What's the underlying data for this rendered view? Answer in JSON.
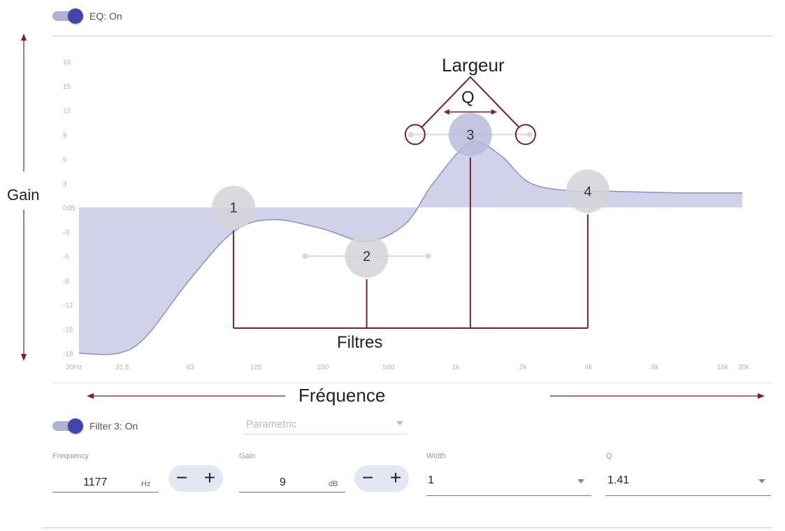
{
  "header": {
    "eq_toggle_label": "EQ: On"
  },
  "chart_data": {
    "type": "line",
    "title": "",
    "xlabel": "",
    "ylabel": "",
    "y_ticks": [
      "18",
      "15",
      "12",
      "9",
      "6",
      "3",
      "0dB",
      "-3",
      "-6",
      "-9",
      "-12",
      "-15",
      "-18"
    ],
    "x_ticks": [
      "20Hz",
      "31.5",
      "63",
      "125",
      "250",
      "500",
      "1k",
      "2k",
      "4k",
      "8k",
      "16k",
      "20k"
    ],
    "ylim": [
      -18,
      18
    ],
    "x_scale": "log",
    "curve_points_hz_db": [
      [
        20,
        -18
      ],
      [
        30,
        -18
      ],
      [
        40,
        -16
      ],
      [
        63,
        -9
      ],
      [
        100,
        -3
      ],
      [
        150,
        -1.5
      ],
      [
        250,
        -2.6
      ],
      [
        400,
        -4.2
      ],
      [
        600,
        -2
      ],
      [
        800,
        3
      ],
      [
        1177,
        8
      ],
      [
        1600,
        6.5
      ],
      [
        2200,
        3
      ],
      [
        3500,
        2
      ],
      [
        5000,
        2
      ],
      [
        10000,
        1.8
      ],
      [
        20000,
        1.8
      ]
    ]
  },
  "filters": [
    {
      "num": "1",
      "hz": 100,
      "db": 0
    },
    {
      "num": "2",
      "hz": 400,
      "db": -6
    },
    {
      "num": "3",
      "hz": 1177,
      "db": 9
    },
    {
      "num": "4",
      "hz": 4000,
      "db": 2
    }
  ],
  "annotations": {
    "gain": "Gain",
    "largeur": "Largeur",
    "q": "Q",
    "filtres": "Filtres",
    "frequence": "Fréquence"
  },
  "filter_panel": {
    "toggle_label": "Filter 3: On",
    "type_placeholder": "Parametric",
    "frequency": {
      "label": "Frequency",
      "value": "1177",
      "unit": "Hz"
    },
    "gain": {
      "label": "Gain",
      "value": "9",
      "unit": "dB"
    },
    "width": {
      "label": "Width",
      "value": "1"
    },
    "q": {
      "label": "Q",
      "value": "1.41"
    },
    "minus": "−",
    "plus": "+"
  },
  "colors": {
    "accent": "#3f47ad",
    "fill": "#c9c9e6",
    "curve": "#8f8fc6",
    "annotation": "#7b1f2e"
  }
}
